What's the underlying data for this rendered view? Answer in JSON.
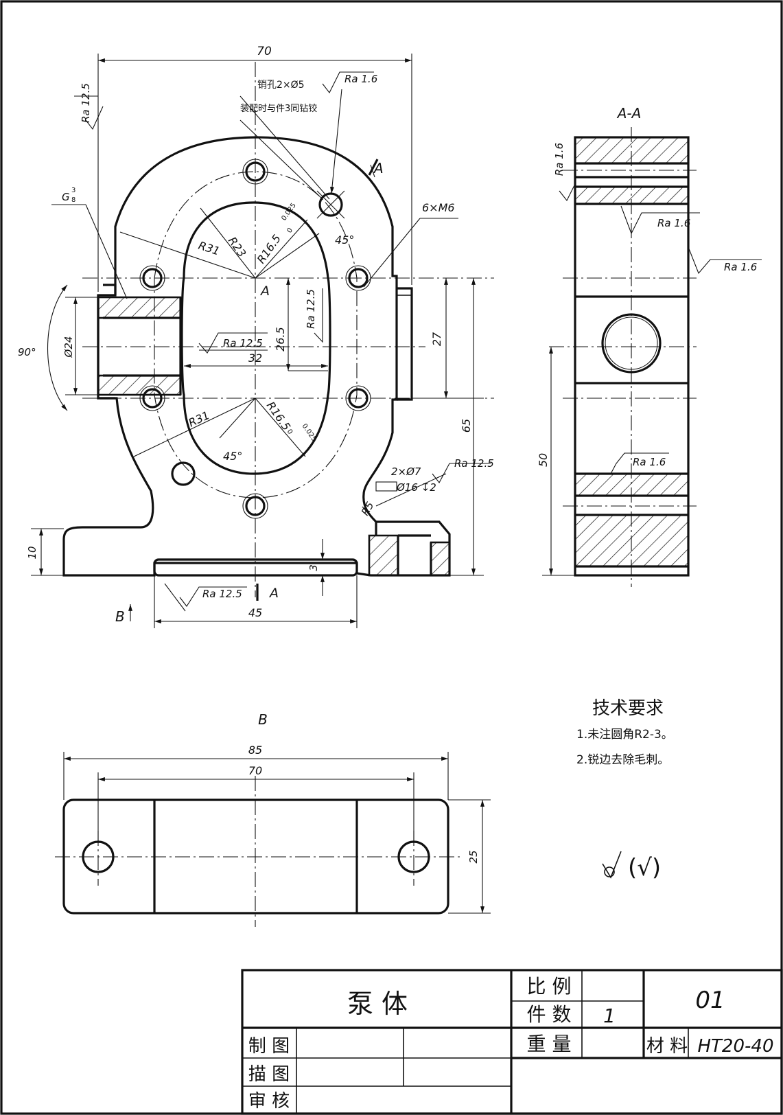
{
  "views": {
    "main": {
      "dims": {
        "width70": "70",
        "ra12_5_left": "Ra 12.5",
        "pin_note_1": "销孔2×Ø5",
        "pin_note_2": "装配时与件3同钻铰",
        "ra1_6_top": "Ra 1.6",
        "section_mark": "A",
        "thread": "G",
        "thread_frac_top": "3",
        "thread_frac_bot": "8",
        "r23": "R23",
        "r31_top": "R31",
        "r16_top": "R16.5",
        "tol_top_up": "0.025",
        "tol_top_low": "0",
        "angle45_top": "45°",
        "m6": "6×M6",
        "center_a": "A",
        "ra12_5_vert": "Ra 12.5",
        "d26_5": "26.5",
        "d27": "27",
        "angle90": "90°",
        "d24": "Ø24",
        "ra12_5_mid": "Ra 12.5",
        "d32": "32",
        "r31_bot": "R31",
        "r16_bot": "R16.5",
        "tol_bot_up": "0.025",
        "tol_bot_low": "0",
        "angle45_bot": "45°",
        "d65": "65",
        "holes": "2×Ø7",
        "counter": "Ø16 ↧2",
        "ra12_5_right": "Ra 12.5",
        "r5": "R5",
        "d10": "10",
        "d3": "3",
        "ra12_5_base": "Ra 12.5",
        "base_a": "A",
        "d45": "45",
        "view_b_arrow": "B"
      }
    },
    "section": {
      "title": "A-A",
      "ra_top": "Ra 1.6",
      "ra_mid": "Ra 1.6",
      "ra_right": "Ra 1.6",
      "ra_low": "Ra 1.6",
      "d50": "50"
    },
    "view_b": {
      "title": "B",
      "d85": "85",
      "d70": "70",
      "d25": "25"
    },
    "tech": {
      "title": "技术要求",
      "item1": "1.未注圆角R2-3。",
      "item2": "2.锐边去除毛刺。",
      "rough_symbol": "(√)"
    },
    "title_block": {
      "part_name": "泵  体",
      "scale_label": "比 例",
      "qty_label": "件 数",
      "qty_value": "1",
      "weight_label": "重 量",
      "drawing_no": "01",
      "material_label": "材 料",
      "material_value": "HT20-40",
      "drawn": "制 图",
      "traced": "描 图",
      "checked": "审 核"
    }
  }
}
